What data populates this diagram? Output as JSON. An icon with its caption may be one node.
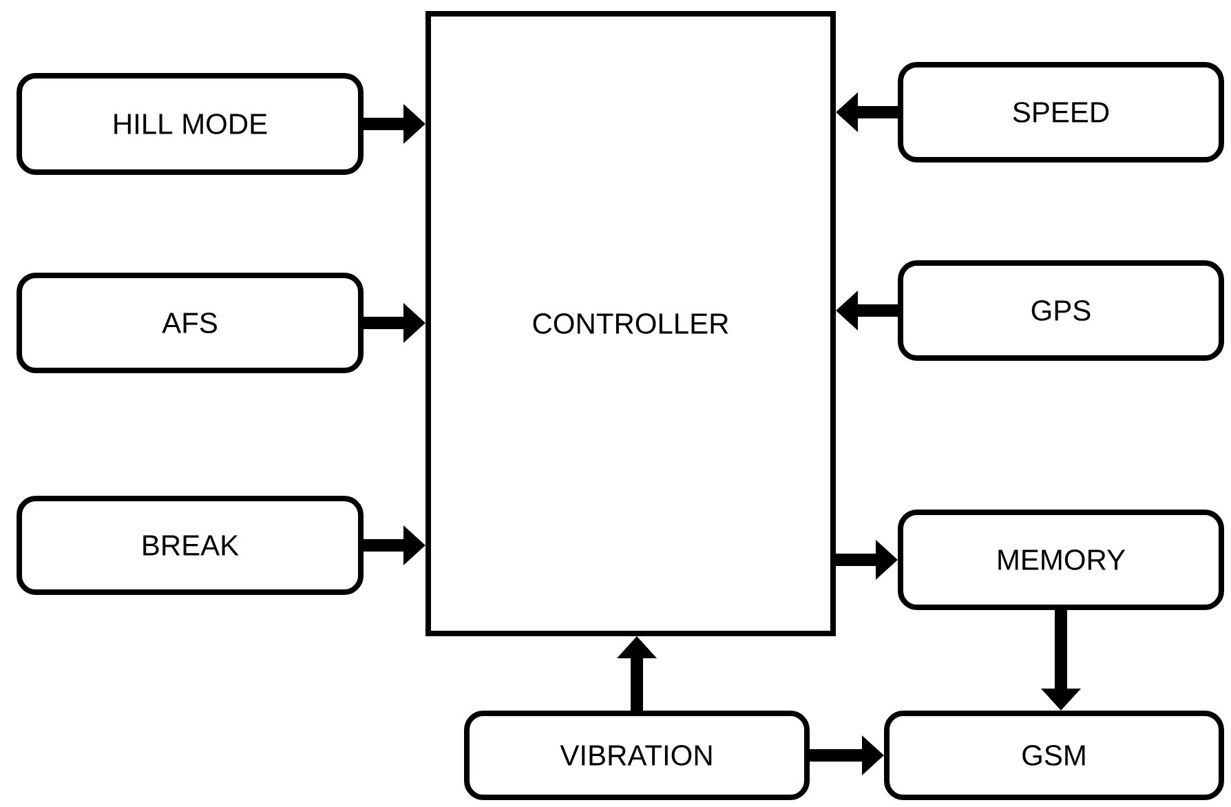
{
  "diagram": {
    "nodes": [
      {
        "text": [
          "CONTROLLER"
        ]
      },
      {
        "text": [
          "HILL MODE"
        ]
      },
      {
        "text": [
          "AFS"
        ]
      },
      {
        "text": [
          "BREAK"
        ]
      },
      {
        "text": [
          "SPEED"
        ]
      },
      {
        "text": [
          "GPS"
        ]
      },
      {
        "text": [
          "MEMORY"
        ]
      },
      {
        "text": [
          "VIBRATION"
        ]
      },
      {
        "text": [
          "GSM"
        ]
      }
    ],
    "edges": [
      {
        "from": 1,
        "to": 0,
        "arrow": "to"
      },
      {
        "from": 2,
        "to": 0,
        "arrow": "to"
      },
      {
        "from": 3,
        "to": 0,
        "arrow": "to"
      },
      {
        "from": 4,
        "to": 0,
        "arrow": "to"
      },
      {
        "from": 5,
        "to": 0,
        "arrow": "to"
      },
      {
        "from": 0,
        "to": 6,
        "arrow": "to"
      },
      {
        "from": 6,
        "to": 8,
        "arrow": "to"
      },
      {
        "from": 7,
        "to": 0,
        "arrow": "to"
      },
      {
        "from": 7,
        "to": 8,
        "arrow": "to"
      }
    ]
  }
}
